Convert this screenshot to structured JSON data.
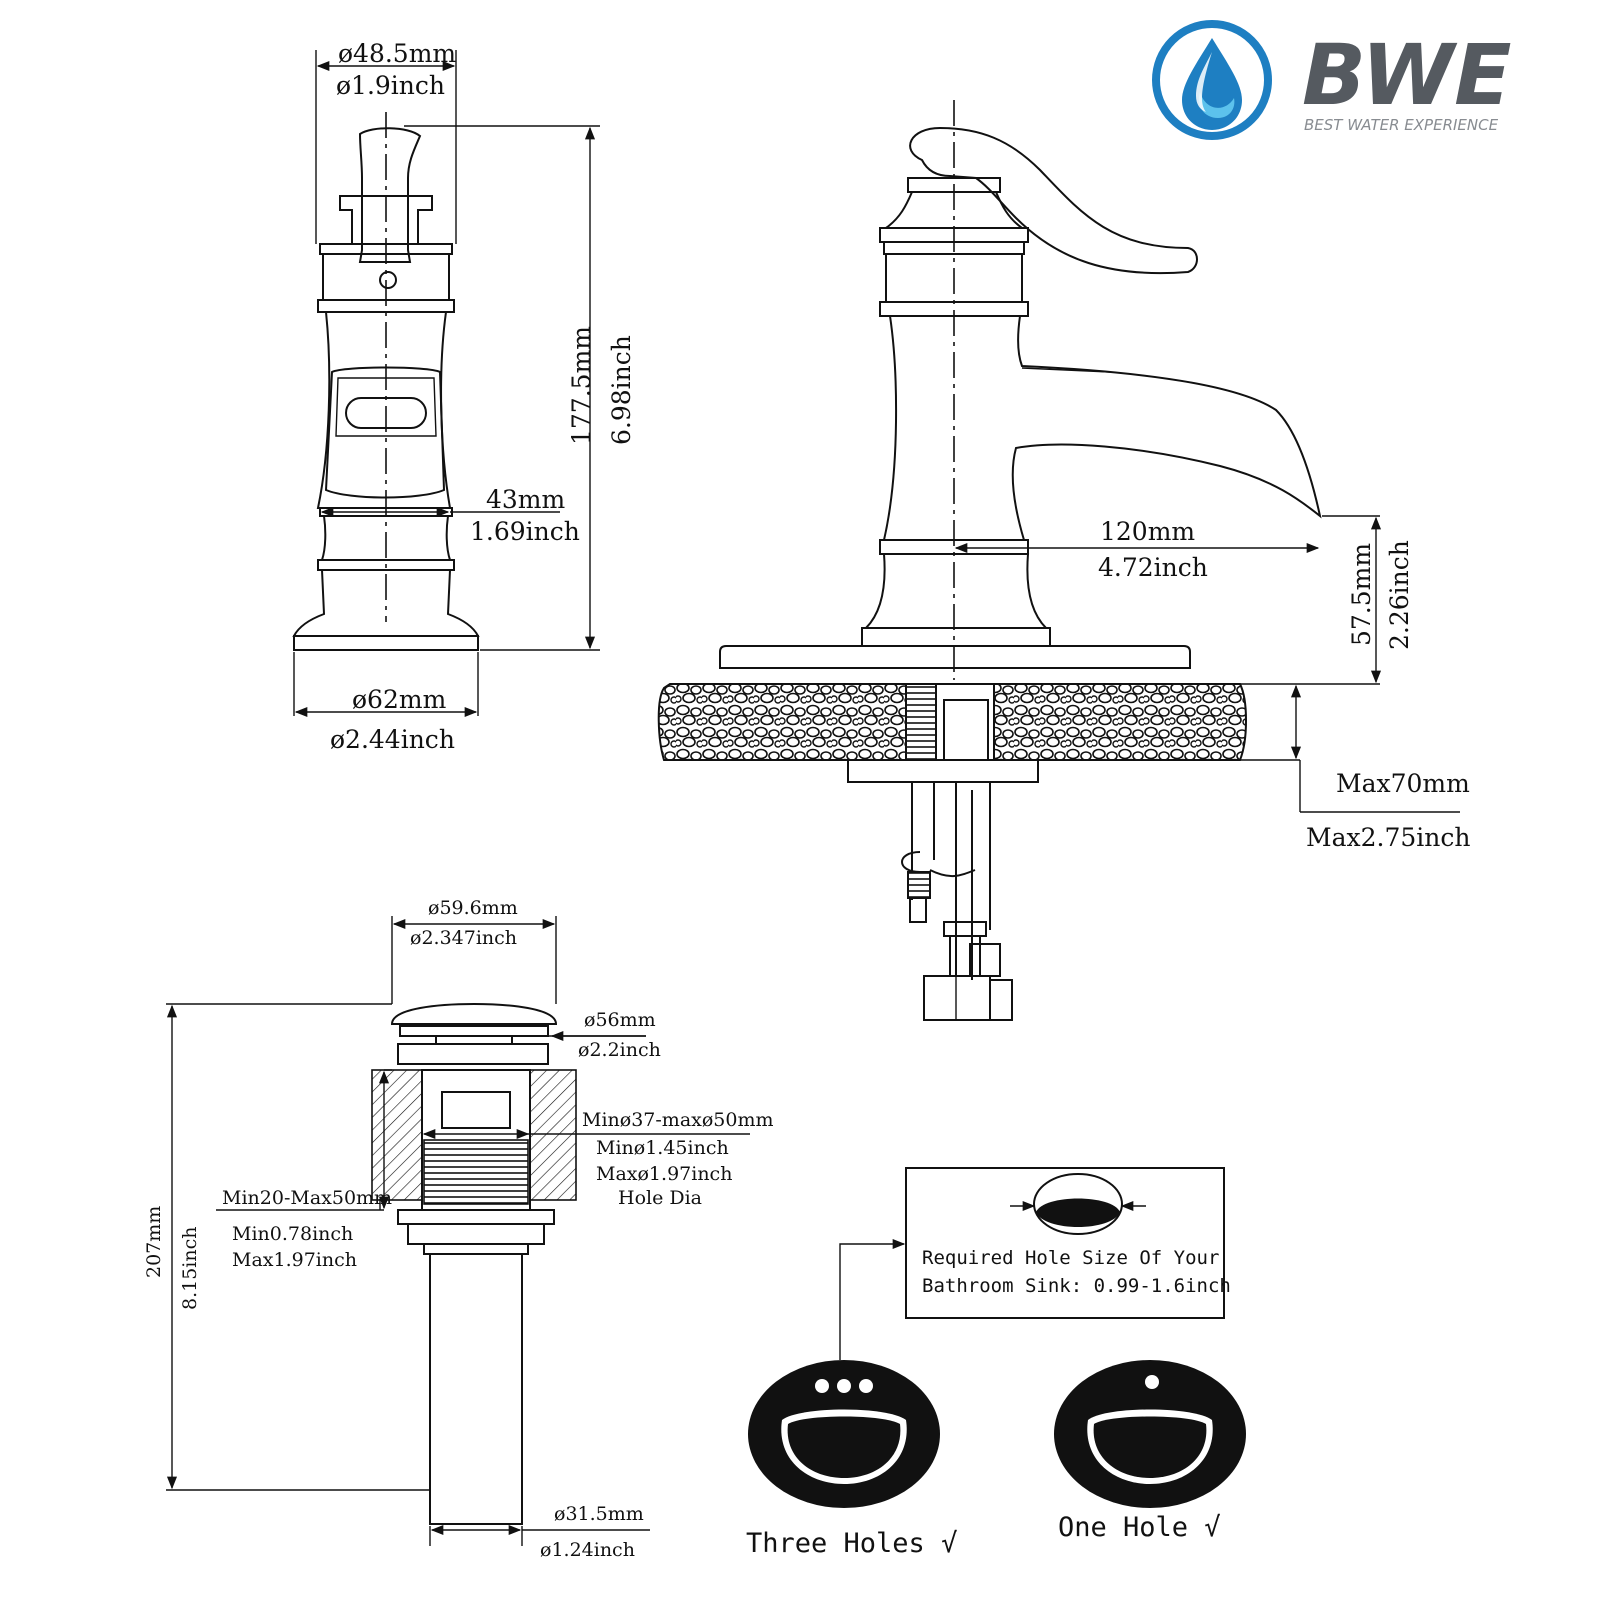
{
  "brand": {
    "name": "BWE",
    "tagline": "BEST WATER EXPERIENCE",
    "colors": {
      "drop_blue": "#1e7fc2",
      "drop_light": "#5cc2ec",
      "text_gray": "#555a60"
    }
  },
  "faucet_side": {
    "top_diameter": {
      "mm": "ø48.5mm",
      "inch": "ø1.9inch"
    },
    "height": {
      "mm": "177.5mm",
      "inch": "6.98inch"
    },
    "neck_width": {
      "mm": "43mm",
      "inch": "1.69inch"
    },
    "base_diameter": {
      "mm": "ø62mm",
      "inch": "ø2.44inch"
    }
  },
  "faucet_front": {
    "spout_reach": {
      "mm": "120mm",
      "inch": "4.72inch"
    },
    "spout_height": {
      "mm": "57.5mm",
      "inch": "2.26inch"
    },
    "deck_thickness": {
      "mm": "Max70mm",
      "inch": "Max2.75inch"
    }
  },
  "drain": {
    "cap_diameter": {
      "mm": "ø59.6mm",
      "inch": "ø2.347inch"
    },
    "flange_diameter": {
      "mm": "ø56mm",
      "inch": "ø2.2inch"
    },
    "hole_dia": {
      "mm": "Minø37-maxø50mm",
      "min_inch": "Minø1.45inch",
      "max_inch": "Maxø1.97inch",
      "label": "Hole Dia"
    },
    "thickness": {
      "mm": "Min20-Max50mm",
      "min_inch": "Min0.78inch",
      "max_inch": "Max1.97inch"
    },
    "total_height": {
      "mm": "207mm",
      "inch": "8.15inch"
    },
    "pipe_diameter": {
      "mm": "ø31.5mm",
      "inch": "ø1.24inch"
    }
  },
  "sink_note": {
    "line1": "Required Hole Size Of Your",
    "line2": "Bathroom Sink: 0.99-1.6inch"
  },
  "sinks": {
    "three_holes": "Three Holes √",
    "one_hole": "One Hole  √"
  }
}
